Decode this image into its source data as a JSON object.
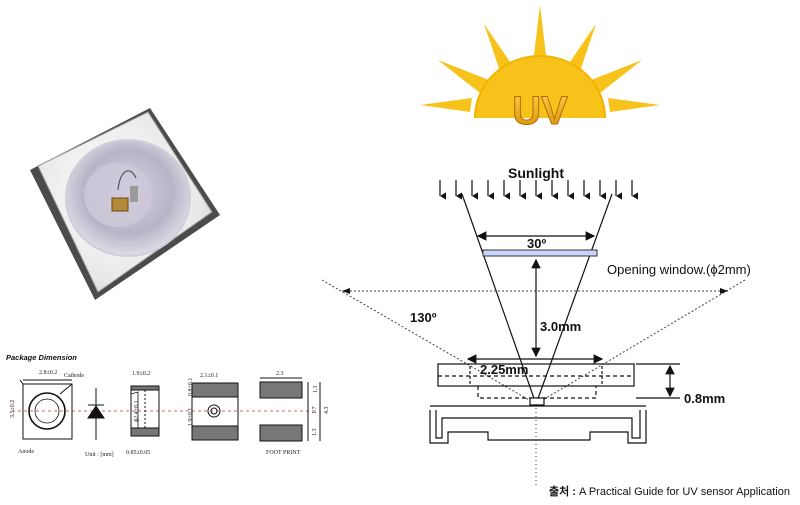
{
  "uv_logo": {
    "text": "UV",
    "sun_color": "#f7c21a",
    "text_color": "#e8a100"
  },
  "diagram": {
    "sunlight": "Sunlight",
    "angle_30": "30º",
    "angle_130": "130º",
    "opening_window": "Opening window.(ϕ2mm)",
    "dim_30mm": "3.0mm",
    "dim_225mm": "2.25mm",
    "dim_08mm": "0.8mm",
    "window_color": "#c9d4ff"
  },
  "package": {
    "title": "Package Dimension",
    "cathode": "Cathode",
    "anode": "Anode",
    "unit": "Unit : [mm]",
    "footprint": "FOOT PRINT",
    "dims": {
      "top_w": "2.8±0.2",
      "left_h": "3.5±0.2",
      "side_w": "1.9±0.2",
      "side_h": "ϕ2.4±0.1",
      "side_bottom": "0.85±0.05",
      "front_w": "2.1±0.1",
      "front_h1": "0.8±0.1",
      "front_h2": "1.9±0.1",
      "fp_w": "2.3",
      "fp_h1": "1.3",
      "fp_h2": "1.7",
      "fp_h3": "1.3",
      "fp_total": "4.3"
    }
  },
  "caption": {
    "prefix": "출처 :",
    "text": "A Practical Guide for UV sensor Application"
  }
}
